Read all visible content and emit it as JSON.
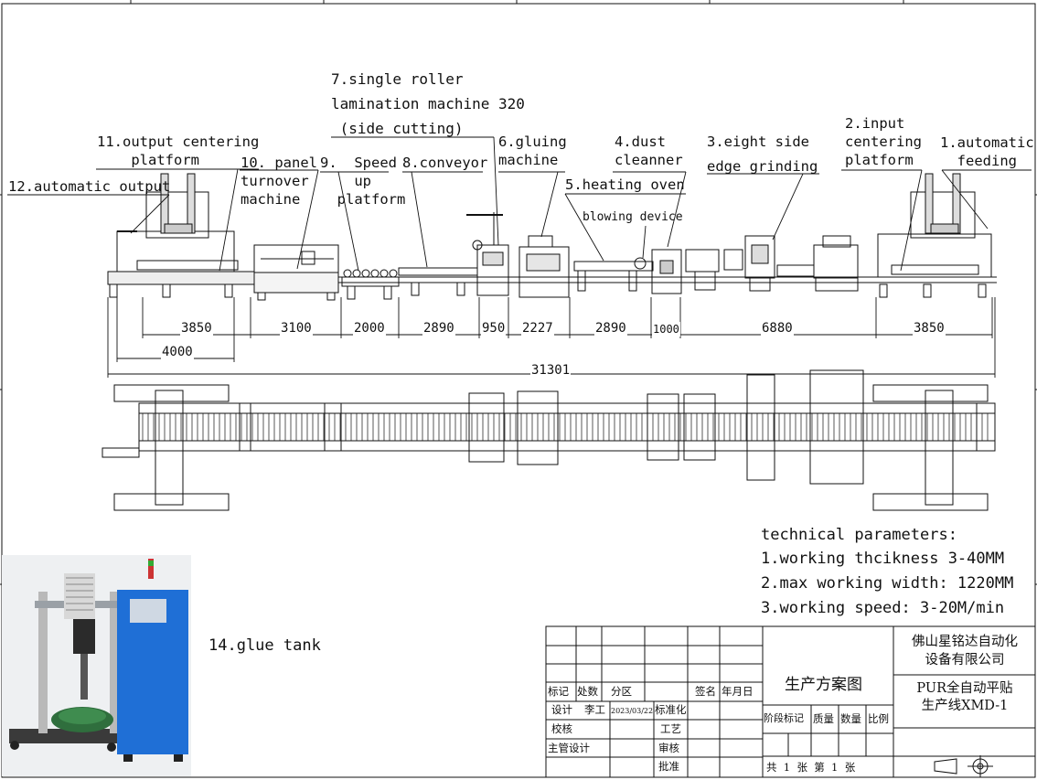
{
  "labels": {
    "l12": "12.automatic output",
    "l11": "11.output centering\n    platform",
    "l10": "10. panel\nturnover\nmachine",
    "l9": "9.  Speed\n    up\n  platform",
    "l8": "8.conveyor",
    "l7": "7.single roller\nlamination machine 320\n (side cutting)",
    "l6": "6.gluing\nmachine",
    "l5": "5.heating oven",
    "blowing": "blowing device",
    "l4": "4.dust\ncleanner",
    "l3": "3.eight side\nedge grinding",
    "l2": "2.input\ncentering\nplatform",
    "l1": "1.automatic\n  feeding",
    "l14": "14.glue tank"
  },
  "dimensions": {
    "d1": "3850",
    "d2": "3100",
    "d3": "2000",
    "d4": "2890",
    "d5": "950",
    "d6": "2227",
    "d7": "2890",
    "d8": "1000",
    "d9": "6880",
    "d10": "3850",
    "d11": "4000",
    "total": "31301"
  },
  "technical": {
    "title": "technical parameters:",
    "p1": "1.working thcikness 3-40MM",
    "p2": "2.max working width: 1220MM",
    "p3": "3.working speed: 3-20M/min"
  },
  "title_block": {
    "company": "佛山星铭达自动化\n设备有限公司",
    "plan": "生产方案图",
    "product": "PUR全自动平贴\n生产线XMD-1",
    "h_biaoji": "标记",
    "h_chushu": "处数",
    "h_fenqu": "分区",
    "h_qianming": "签名",
    "h_nianyueri": "年月日",
    "sheji": "设计",
    "designer": "李工",
    "date": "2023/03/22",
    "biaozhunhua": "标准化",
    "jiaohe": "校核",
    "gongyi": "工艺",
    "zhuguan": "主管设计",
    "shenhe": "审核",
    "pizhun": "批准",
    "jieduan": "阶段标记",
    "zhiliang": "质量",
    "shuliang": "数量",
    "bili": "比例",
    "sheet_count": "共  1  张  第  1  张"
  },
  "colors": {
    "ink": "#111111",
    "machine_blue": "#1f6fd6",
    "frame_silver": "#c9c9c9"
  }
}
